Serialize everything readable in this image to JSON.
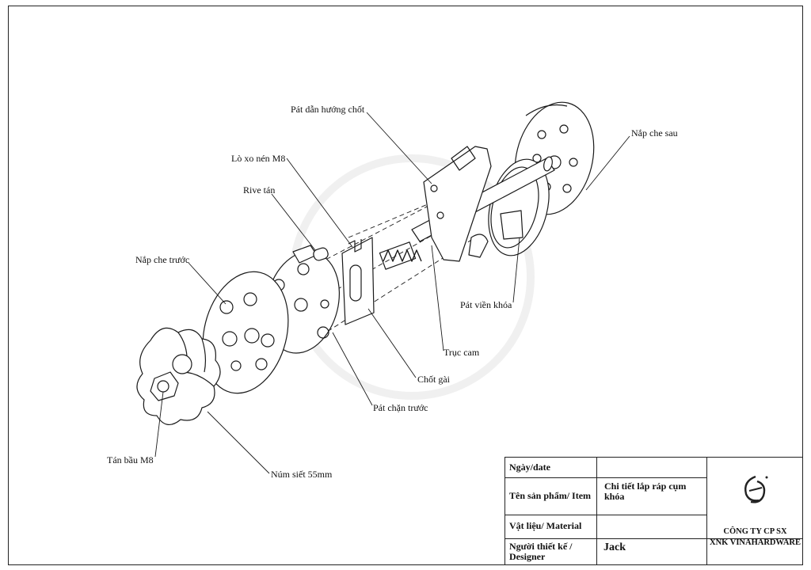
{
  "labels": {
    "pat_dan_huong_chot": "Pát dẫn hướng chốt",
    "nap_che_sau": "Nắp che sau",
    "lo_xo_nen": "Lò xo nén M8",
    "rive_tan": "Rive tán",
    "nap_che_truoc": "Nắp che trước",
    "pat_vien_khoa": "Pát viền khóa",
    "truc_cam": "Trục cam",
    "chot_gai": "Chốt gài",
    "pat_chan_truoc": "Pát chặn trước",
    "tan_bau": "Tán bầu M8",
    "num_siet": "Núm siết 55mm"
  },
  "title_block": {
    "date_label": "Ngày/date",
    "date_value": "",
    "product_label": "Tên sản phẩm/ Item",
    "product_value": "Chi tiết lắp ráp cụm khóa",
    "material_label": "Vật liệu/ Material",
    "material_value": "",
    "designer_label": "Người thiết kế / Designer",
    "designer_value": "Jack",
    "company_line1": "CÔNG TY CP SX",
    "company_line2": "XNK VINAHARDWARE"
  }
}
